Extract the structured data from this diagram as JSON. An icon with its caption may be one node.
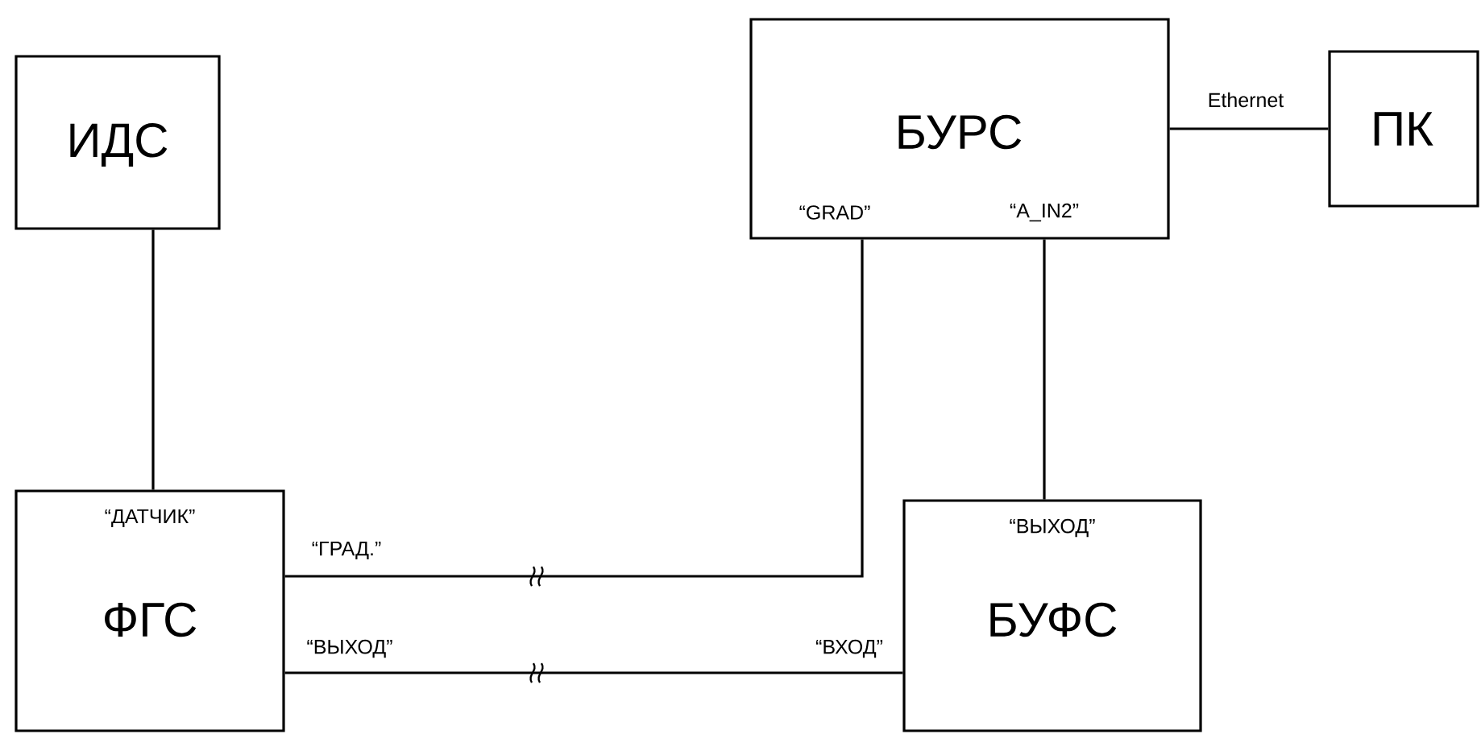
{
  "diagram": {
    "nodes": [
      {
        "text": [
          "ИДС"
        ]
      },
      {
        "text": [
          "БУРС",
          "“GRAD”",
          "“A_IN2”"
        ]
      },
      {
        "text": [
          "ПК"
        ]
      },
      {
        "text": [
          "“ДАТЧИК”",
          "ФГС"
        ]
      },
      {
        "text": [
          "“ВЫХОД”",
          "БУФС"
        ]
      }
    ],
    "edges": [
      {
        "from": 0,
        "to": 3,
        "arrow": "none"
      },
      {
        "from": 1,
        "to": 2,
        "arrow": "none",
        "label": "Ethernet"
      },
      {
        "from": 3,
        "to": 1,
        "arrow": "none",
        "label": "“ГРАД.”"
      },
      {
        "from": 4,
        "to": 1,
        "arrow": "none"
      },
      {
        "from": 3,
        "to": 4,
        "arrow": "none",
        "label": "“ВЫХОД”"
      }
    ],
    "labels": [
      "“ВХОД”"
    ]
  }
}
